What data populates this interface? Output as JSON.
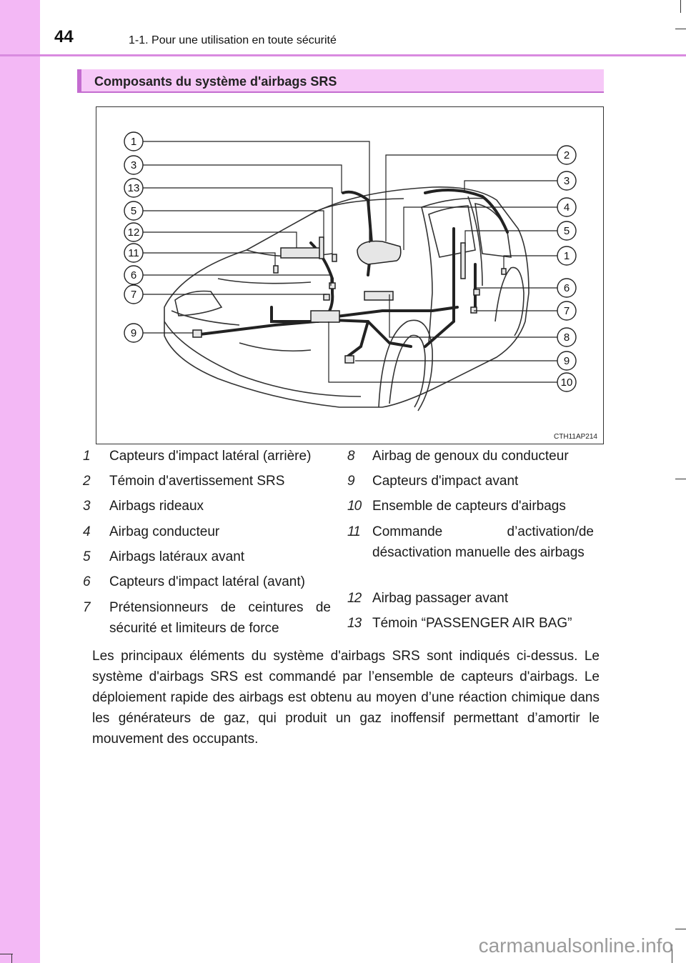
{
  "header": {
    "page_number": "44",
    "chapter": "1-1. Pour une utilisation en toute sécurité"
  },
  "section": {
    "title": "Composants du système d'airbags SRS"
  },
  "figure": {
    "code": "CTH11AP214",
    "callouts_left": [
      "1",
      "3",
      "13",
      "5",
      "12",
      "11",
      "6",
      "7",
      "9"
    ],
    "callouts_right": [
      "2",
      "3",
      "4",
      "5",
      "1",
      "6",
      "7",
      "8",
      "9",
      "10"
    ]
  },
  "legend": {
    "left": [
      {
        "num": "1",
        "text": "Capteurs d'impact latéral (arrière)"
      },
      {
        "num": "2",
        "text": "Témoin d'avertissement SRS"
      },
      {
        "num": "3",
        "text": "Airbags rideaux"
      },
      {
        "num": "4",
        "text": "Airbag conducteur"
      },
      {
        "num": "5",
        "text": "Airbags latéraux avant"
      },
      {
        "num": "6",
        "text": "Capteurs d'impact latéral (avant)"
      },
      {
        "num": "7",
        "text": "Prétensionneurs de ceintures de sécurité et limiteurs de force"
      }
    ],
    "right": [
      {
        "num": "8",
        "text": "Airbag de genoux du conducteur"
      },
      {
        "num": "9",
        "text": "Capteurs d'impact avant"
      },
      {
        "num": "10",
        "text": "Ensemble de capteurs d'airbags"
      },
      {
        "num": "11",
        "text": "Commande d’activation/de désactivation manuelle des airbags"
      },
      {
        "num": "12",
        "text": "Airbag passager avant"
      },
      {
        "num": "13",
        "text": "Témoin “PASSENGER AIR BAG”"
      }
    ]
  },
  "body": {
    "paragraph": "Les principaux éléments du système d'airbags SRS sont indiqués ci-dessus. Le système d'airbags SRS est commandé par l’ensemble de capteurs d'airbags. Le déploiement rapide des airbags est obtenu au moyen d’une réaction chimique dans les générateurs de gaz, qui produit un gaz inoffensif permettant d’amortir le mouvement des occupants."
  },
  "watermark": "carmanualsonline.info"
}
